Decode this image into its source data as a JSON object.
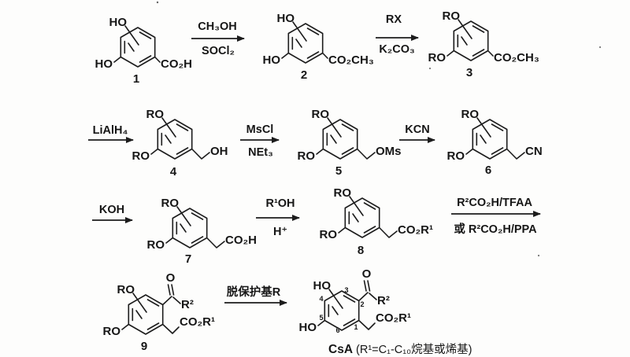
{
  "compounds": {
    "c1": {
      "top": "HO",
      "left": "HO",
      "right": "CO₂H",
      "num": "1"
    },
    "c2": {
      "top": "HO",
      "left": "HO",
      "right": "CO₂CH₃",
      "num": "2"
    },
    "c3": {
      "top": "RO",
      "left": "RO",
      "right": "CO₂CH₃",
      "num": "3"
    },
    "c4": {
      "top": "RO",
      "left": "RO",
      "chain": "OH",
      "num": "4"
    },
    "c5": {
      "top": "RO",
      "left": "RO",
      "chain": "OMs",
      "num": "5"
    },
    "c6": {
      "top": "RO",
      "left": "RO",
      "chain": "CN",
      "num": "6"
    },
    "c7": {
      "top": "RO",
      "left": "RO",
      "chain": "CO₂H",
      "num": "7"
    },
    "c8": {
      "top": "RO",
      "left": "RO",
      "chain": "CO₂R¹",
      "num": "8"
    },
    "c9": {
      "top": "RO",
      "left": "RO",
      "ketone_o": "O",
      "ketone_sub": "R²",
      "chain": "CO₂R¹",
      "num": "9"
    },
    "csa": {
      "top": "HO",
      "left": "HO",
      "ketone_o": "O",
      "ketone_sub": "R²",
      "chain": "CO₂R¹",
      "ring_positions": {
        "n1": "1",
        "n2": "2",
        "n3": "3",
        "n4": "4",
        "n5": "5",
        "n6": "6"
      },
      "caption_name": "CsA",
      "caption_detail": "(R¹=C₁-C₁₀烷基或烯基)"
    }
  },
  "arrows": {
    "a1": {
      "above": "CH₃OH",
      "below": "SOCl₂"
    },
    "a2": {
      "above": "RX",
      "below": "K₂CO₃"
    },
    "a3": {
      "above": "LiAlH₄"
    },
    "a4": {
      "above": "MsCl",
      "below": "NEt₃"
    },
    "a5": {
      "above": "KCN"
    },
    "a6": {
      "above": "KOH"
    },
    "a7": {
      "above": "R¹OH",
      "below": "H⁺"
    },
    "a8": {
      "above": "R²CO₂H/TFAA",
      "below": "或 R²CO₂H/PPA"
    },
    "a9": {
      "above": "脱保护基R"
    }
  }
}
